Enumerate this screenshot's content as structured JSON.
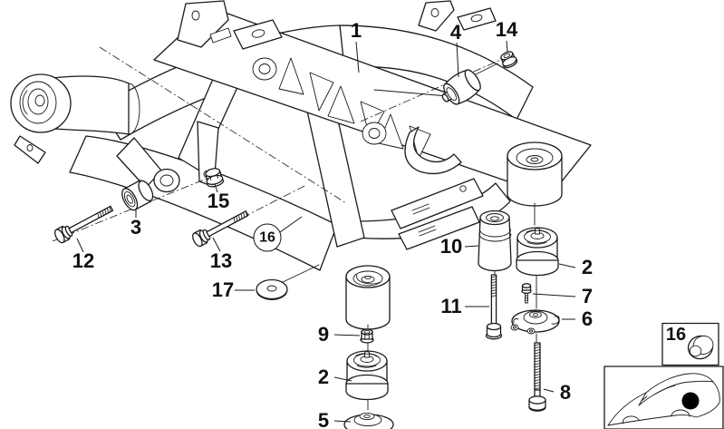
{
  "figure": {
    "type": "exploded-parts-diagram",
    "subject": "rear axle carrier with bushings and mounting hardware"
  },
  "colors": {
    "background": "#ffffff",
    "line": "#1a1a1a",
    "marker": "#000000"
  },
  "callouts": {
    "c1": "1",
    "c2_lower": "2",
    "c2_right": "2",
    "c3": "3",
    "c4": "4",
    "c5": "5",
    "c6": "6",
    "c7": "7",
    "c8": "8",
    "c9": "9",
    "c10": "10",
    "c11": "11",
    "c12": "12",
    "c13": "13",
    "c14": "14",
    "c15": "15",
    "c16_circle": "16",
    "c16_inset": "16",
    "c17": "17"
  }
}
